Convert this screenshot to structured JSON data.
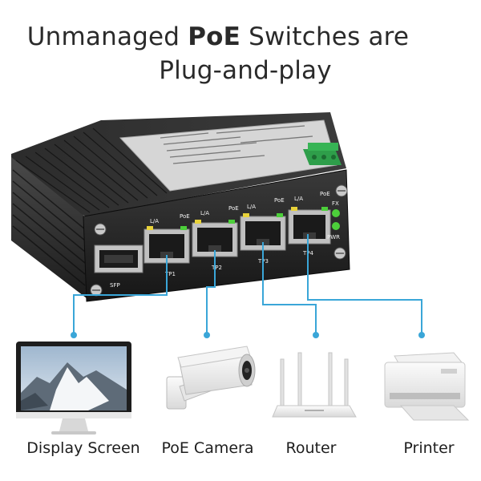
{
  "title": {
    "line1_pre": "Unmanaged ",
    "line1_bold": "PoE",
    "line1_post": " Switches are",
    "line2": "Plug-and-play"
  },
  "switch": {
    "port_labels": [
      "TP1",
      "TP2",
      "TP3",
      "TP4"
    ],
    "led_label_la": "L/A",
    "led_label_poe": "PoE",
    "sfp_label": "SFP",
    "fx_label": "FX",
    "pwr_label": "PWR"
  },
  "devices": [
    {
      "name": "Display Screen",
      "icon": "monitor-icon"
    },
    {
      "name": "PoE Camera",
      "icon": "camera-icon"
    },
    {
      "name": "Router",
      "icon": "router-icon"
    },
    {
      "name": "Printer",
      "icon": "printer-icon"
    }
  ],
  "colors": {
    "connector": "#3aa6d8",
    "led_green": "#4ccf3a",
    "led_yellow": "#e8d23a",
    "terminal_green": "#2e9e4a"
  }
}
